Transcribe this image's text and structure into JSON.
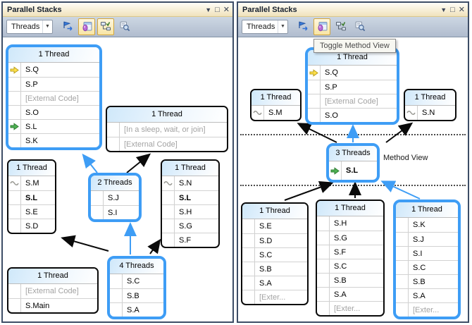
{
  "glyphs": {
    "menu": "▼",
    "float": "□",
    "close": "✕",
    "combo_arrow": "▼"
  },
  "colors": {
    "highlight_blue": "#3E9DF5",
    "arrow_black": "#0a0a0a",
    "pressed_bg": "#F8E5A4",
    "titlebar_bg": "#F0E2BB"
  },
  "panels": {
    "left": {
      "title": "Parallel Stacks",
      "toolbar": {
        "view_selector": "Threads",
        "buttons": [
          {
            "icon": "flag-threads-icon",
            "pressed": false
          },
          {
            "icon": "method-view-icon",
            "pressed": true
          },
          {
            "icon": "auto-scroll-icon",
            "pressed": true
          },
          {
            "icon": "zoom-control-icon",
            "pressed": false
          }
        ]
      },
      "boxes": [
        {
          "header": "1 Thread",
          "highlighted": true,
          "rows": [
            {
              "label": "S.Q",
              "icon": "current-frame-icon"
            },
            {
              "label": "S.P"
            },
            {
              "label": "[External Code]",
              "dim": true
            },
            {
              "label": "S.O"
            },
            {
              "label": "S.L",
              "icon": "current-method-icon"
            },
            {
              "label": "S.K"
            }
          ]
        },
        {
          "header": "1 Thread",
          "highlighted": false,
          "rows": [
            {
              "label": "[In a sleep, wait, or join]",
              "dim": true
            },
            {
              "label": "[External Code]",
              "dim": true
            }
          ]
        },
        {
          "header": "1 Thread",
          "highlighted": false,
          "rows": [
            {
              "label": "S.M",
              "icon": "thread-status-icon"
            },
            {
              "label": "S.L",
              "bold": true
            },
            {
              "label": "S.E"
            },
            {
              "label": "S.D"
            }
          ]
        },
        {
          "header": "2 Threads",
          "highlighted": true,
          "rows": [
            {
              "label": "S.J"
            },
            {
              "label": "S.I"
            }
          ]
        },
        {
          "header": "1 Thread",
          "highlighted": false,
          "rows": [
            {
              "label": "S.N",
              "icon": "thread-status-icon"
            },
            {
              "label": "S.L",
              "bold": true
            },
            {
              "label": "S.H"
            },
            {
              "label": "S.G"
            },
            {
              "label": "S.F"
            }
          ]
        },
        {
          "header": "4 Threads",
          "highlighted": true,
          "rows": [
            {
              "label": "S.C"
            },
            {
              "label": "S.B"
            },
            {
              "label": "S.A"
            }
          ]
        },
        {
          "header": "1 Thread",
          "highlighted": false,
          "rows": [
            {
              "label": "[External Code]",
              "dim": true
            },
            {
              "label": "S.Main"
            }
          ]
        }
      ]
    },
    "right": {
      "title": "Parallel Stacks",
      "tooltip": "Toggle Method View",
      "method_view_label": "Method View",
      "toolbar": {
        "view_selector": "Threads",
        "buttons": [
          {
            "icon": "flag-threads-icon",
            "pressed": false
          },
          {
            "icon": "method-view-icon",
            "pressed": true
          },
          {
            "icon": "auto-scroll-icon",
            "pressed": false
          },
          {
            "icon": "zoom-control-icon",
            "pressed": false
          }
        ]
      },
      "boxes": [
        {
          "header": "1 Thread",
          "highlighted": true,
          "rows": [
            {
              "label": "S.Q",
              "icon": "current-frame-icon"
            },
            {
              "label": "S.P"
            },
            {
              "label": "[External Code]",
              "dim": true
            },
            {
              "label": "S.O"
            }
          ]
        },
        {
          "header": "1 Thread",
          "highlighted": false,
          "rows": [
            {
              "label": "S.M",
              "icon": "thread-status-icon"
            }
          ]
        },
        {
          "header": "1 Thread",
          "highlighted": false,
          "rows": [
            {
              "label": "S.N",
              "icon": "thread-status-icon"
            }
          ]
        },
        {
          "header": "3 Threads",
          "highlighted": true,
          "rows": [
            {
              "label": "S.L",
              "icon": "current-method-icon",
              "bold": true
            }
          ]
        },
        {
          "header": "1 Thread",
          "highlighted": false,
          "rows": [
            {
              "label": "S.E"
            },
            {
              "label": "S.D"
            },
            {
              "label": "S.C"
            },
            {
              "label": "S.B"
            },
            {
              "label": "S.A"
            },
            {
              "label": "[Exter...",
              "dim": true
            }
          ]
        },
        {
          "header": "1 Thread",
          "highlighted": false,
          "rows": [
            {
              "label": "S.H"
            },
            {
              "label": "S.G"
            },
            {
              "label": "S.F"
            },
            {
              "label": "S.C"
            },
            {
              "label": "S.B"
            },
            {
              "label": "S.A"
            },
            {
              "label": "[Exter...",
              "dim": true
            }
          ]
        },
        {
          "header": "1 Thread",
          "highlighted": true,
          "rows": [
            {
              "label": "S.K"
            },
            {
              "label": "S.J"
            },
            {
              "label": "S.I"
            },
            {
              "label": "S.C"
            },
            {
              "label": "S.B"
            },
            {
              "label": "S.A"
            },
            {
              "label": "[Exter...",
              "dim": true
            }
          ]
        }
      ]
    }
  }
}
